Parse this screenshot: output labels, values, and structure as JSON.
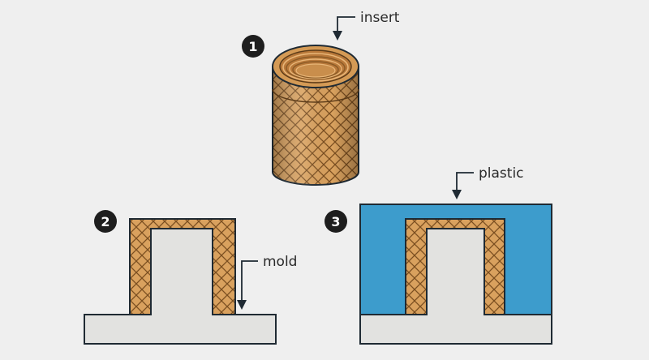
{
  "colors": {
    "background": "#efefef",
    "brass": "#d49a55",
    "brass_dark": "#8a5a26",
    "mold": "#e2e2e0",
    "plastic": "#3d9ccc",
    "outline": "#1f2a33",
    "badge": "#1e1e1e"
  },
  "steps": [
    {
      "number": "1"
    },
    {
      "number": "2"
    },
    {
      "number": "3"
    }
  ],
  "callouts": {
    "insert": "insert",
    "mold": "mold",
    "plastic": "plastic"
  }
}
